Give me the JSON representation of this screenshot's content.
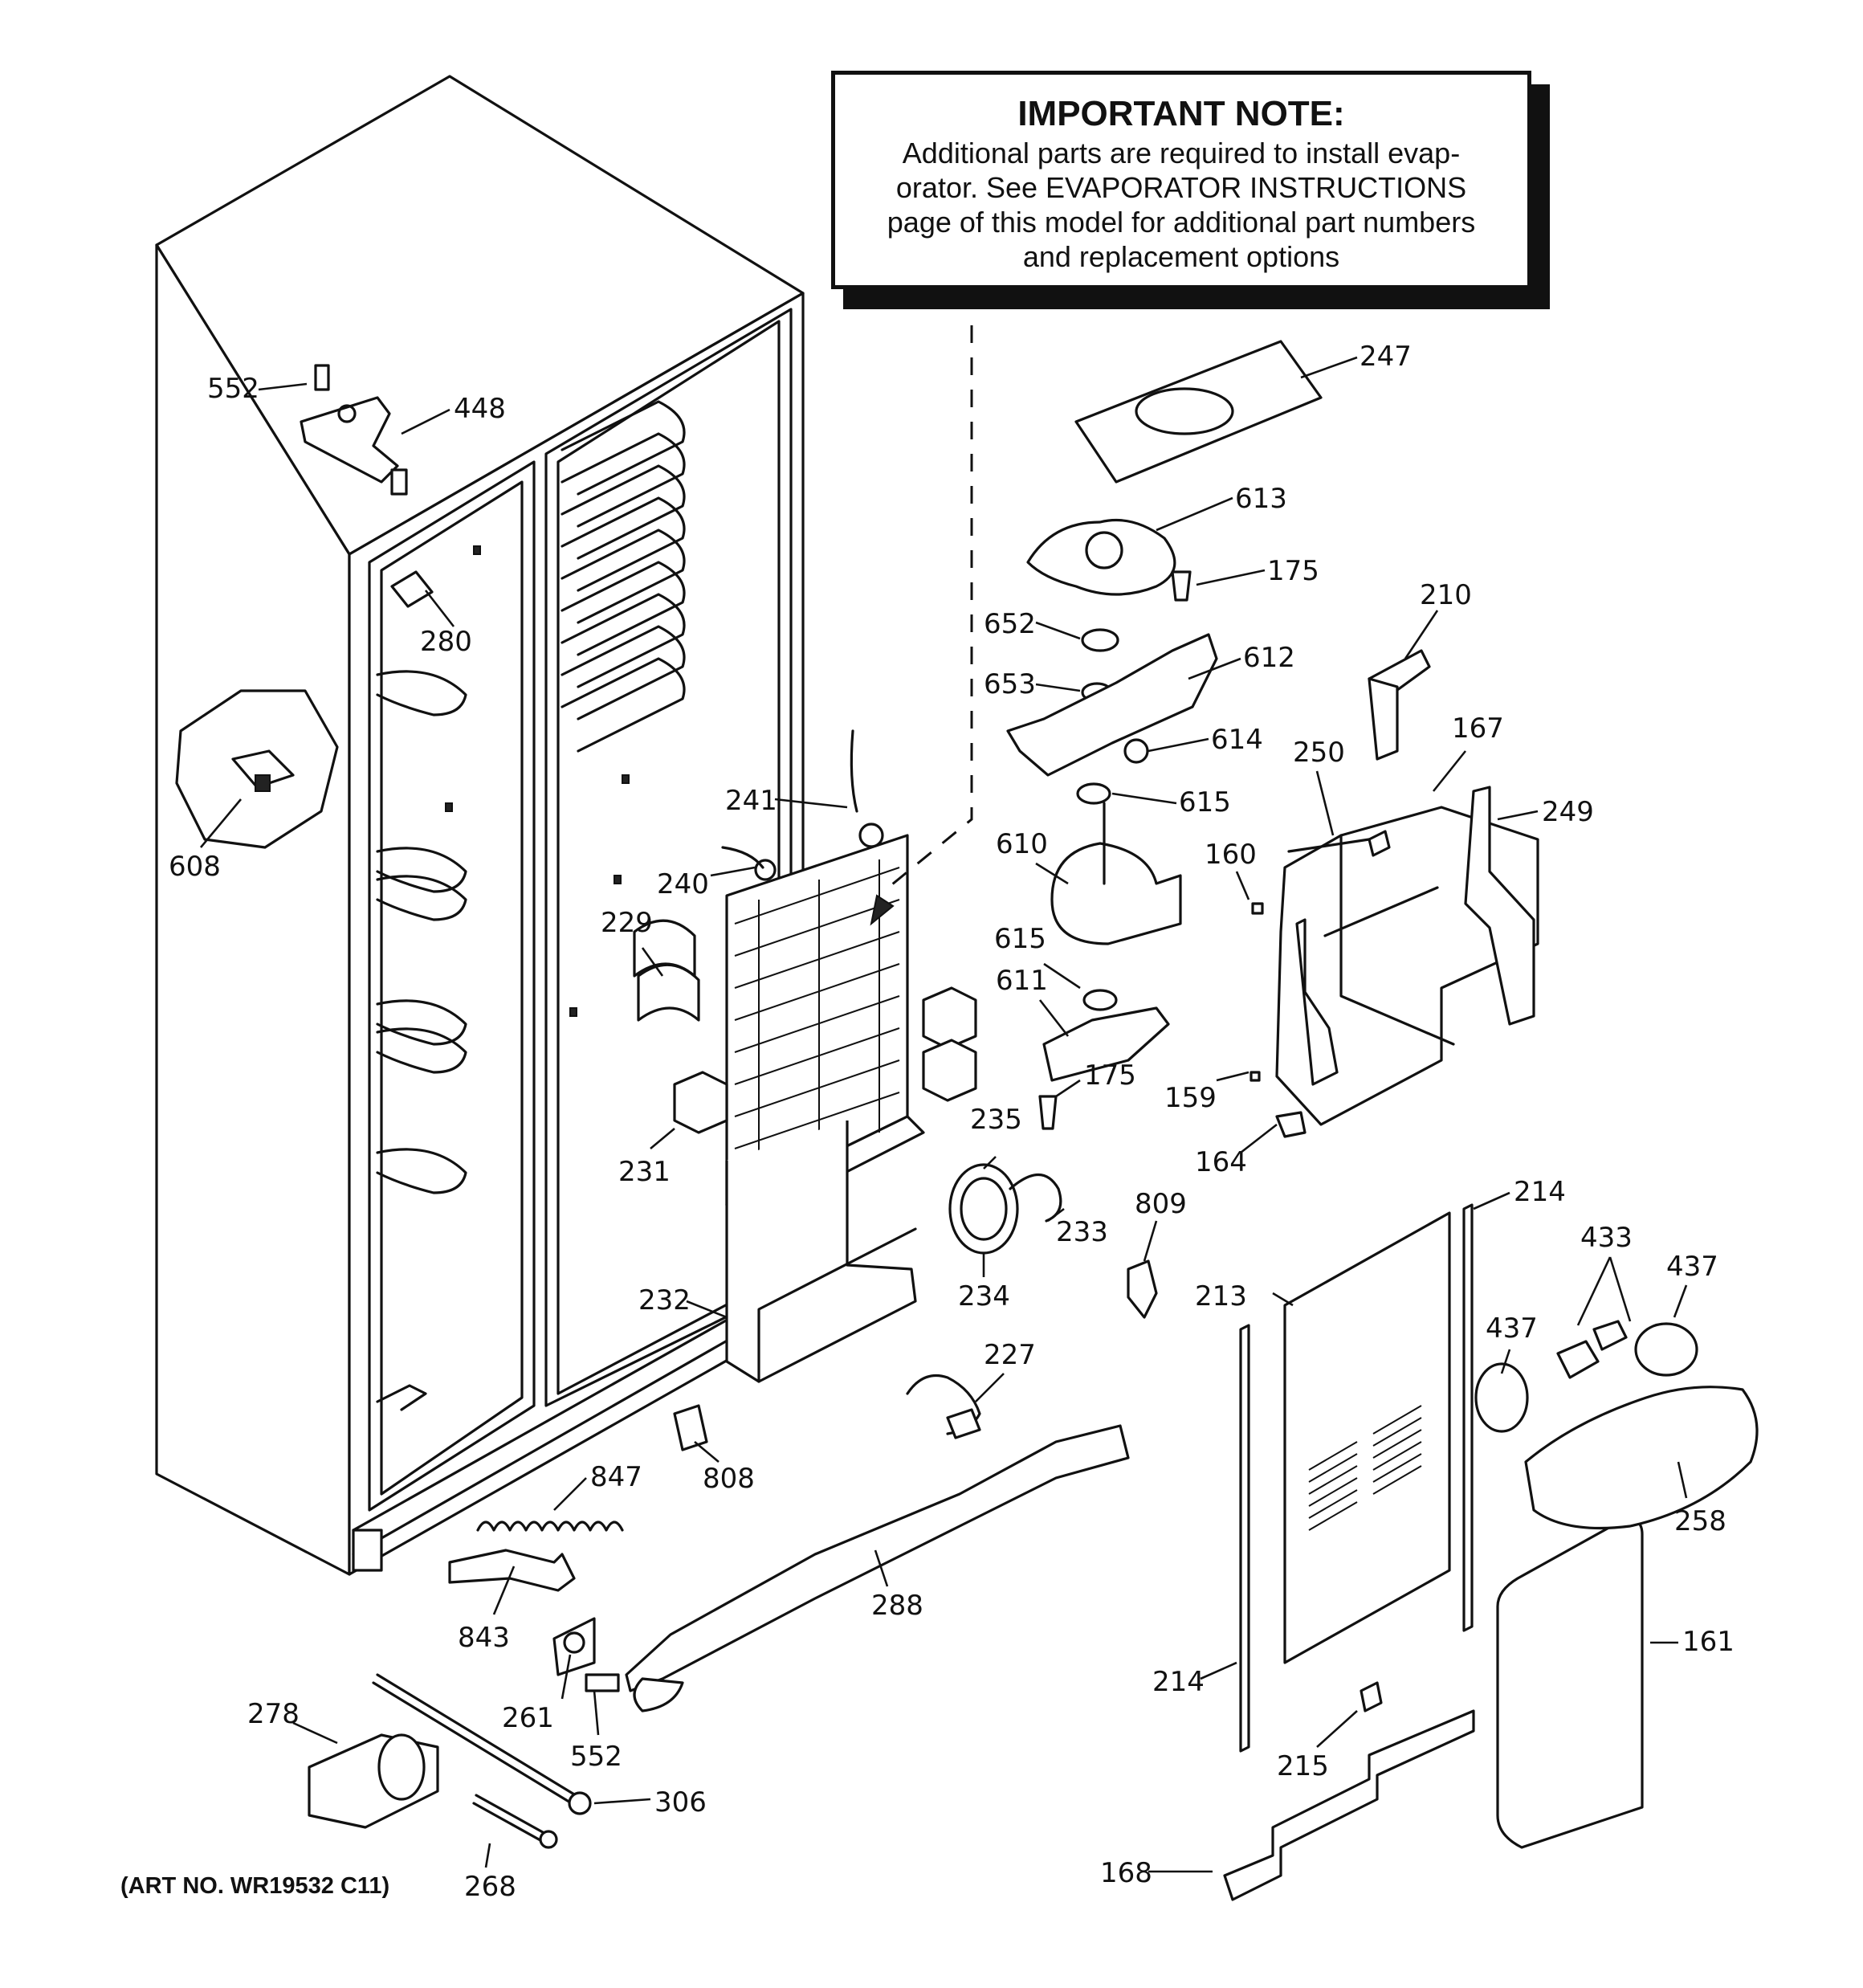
{
  "note": {
    "title": "IMPORTANT NOTE:",
    "lines": [
      "Additional parts are required to install evap-",
      "orator.  See EVAPORATOR INSTRUCTIONS",
      "page of this model for additional part numbers",
      "and replacement options"
    ]
  },
  "art_number": "(ART NO. WR19532 C11)",
  "callouts": {
    "c552a": "552",
    "c448": "448",
    "c280": "280",
    "c608": "608",
    "c247": "247",
    "c613": "613",
    "c175a": "175",
    "c652": "652",
    "c612": "612",
    "c653": "653",
    "c614": "614",
    "c615a": "615",
    "c610": "610",
    "c615b": "615",
    "c611": "611",
    "c175b": "175",
    "c241": "241",
    "c240": "240",
    "c229": "229",
    "c231": "231",
    "c232": "232",
    "c235": "235",
    "c233": "233",
    "c234": "234",
    "c210": "210",
    "c167": "167",
    "c250": "250",
    "c249": "249",
    "c160": "160",
    "c159": "159",
    "c164": "164",
    "c809": "809",
    "c214a": "214",
    "c433": "433",
    "c437a": "437",
    "c213": "213",
    "c437b": "437",
    "c258": "258",
    "c227": "227",
    "c808": "808",
    "c847": "847",
    "c843": "843",
    "c288": "288",
    "c261": "261",
    "c552b": "552",
    "c278": "278",
    "c306": "306",
    "c268": "268",
    "c161": "161",
    "c214b": "214",
    "c215": "215",
    "c168": "168"
  }
}
